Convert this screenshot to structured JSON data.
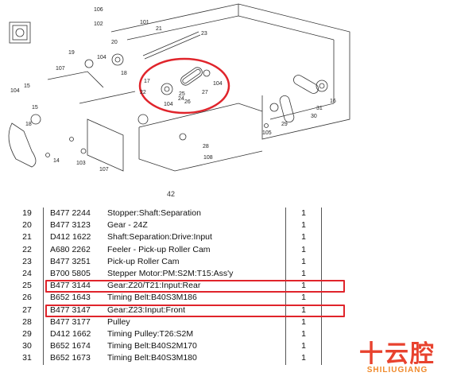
{
  "diagram": {
    "callouts": [
      "106",
      "102",
      "101",
      "21",
      "23",
      "20",
      "19",
      "18",
      "22",
      "104",
      "107",
      "15",
      "17",
      "26",
      "24",
      "104",
      "25",
      "104",
      "104",
      "14",
      "15",
      "16",
      "31",
      "28",
      "29",
      "30",
      "105",
      "103",
      "107",
      "108",
      "27",
      "18"
    ]
  },
  "page_number": "42",
  "parts_table": {
    "rows": [
      {
        "no": "19",
        "part_number": "B477 2244",
        "description": "Stopper:Shaft:Separation",
        "qty": "1"
      },
      {
        "no": "20",
        "part_number": "B477 3123",
        "description": "Gear - 24Z",
        "qty": "1"
      },
      {
        "no": "21",
        "part_number": "D412 1622",
        "description": "Shaft:Separation:Drive:Input",
        "qty": "1"
      },
      {
        "no": "22",
        "part_number": "A680 2262",
        "description": "Feeler - Pick-up Roller Cam",
        "qty": "1"
      },
      {
        "no": "23",
        "part_number": "B477 3251",
        "description": "Pick-up Roller Cam",
        "qty": "1"
      },
      {
        "no": "24",
        "part_number": "B700 5805",
        "description": "Stepper Motor:PM:S2M:T15:Ass'y",
        "qty": "1"
      },
      {
        "no": "25",
        "part_number": "B477 3144",
        "description": "Gear:Z20/T21:Input:Rear",
        "qty": "1"
      },
      {
        "no": "26",
        "part_number": "B652 1643",
        "description": "Timing Belt:B40S3M186",
        "qty": "1"
      },
      {
        "no": "27",
        "part_number": "B477 3147",
        "description": "Gear:Z23:Input:Front",
        "qty": "1"
      },
      {
        "no": "28",
        "part_number": "B477 3177",
        "description": "Pulley",
        "qty": "1"
      },
      {
        "no": "29",
        "part_number": "D412 1662",
        "description": "Timing Pulley:T26:S2M",
        "qty": "1"
      },
      {
        "no": "30",
        "part_number": "B652 1674",
        "description": "Timing Belt:B40S2M170",
        "qty": "1"
      },
      {
        "no": "31",
        "part_number": "B652 1673",
        "description": "Timing Belt:B40S3M180",
        "qty": "1"
      }
    ]
  },
  "highlight_color": "#e0242b",
  "watermark": {
    "title": "十云腔",
    "subtitle": "SHILIUGIANG",
    "color": "#e8422e"
  }
}
